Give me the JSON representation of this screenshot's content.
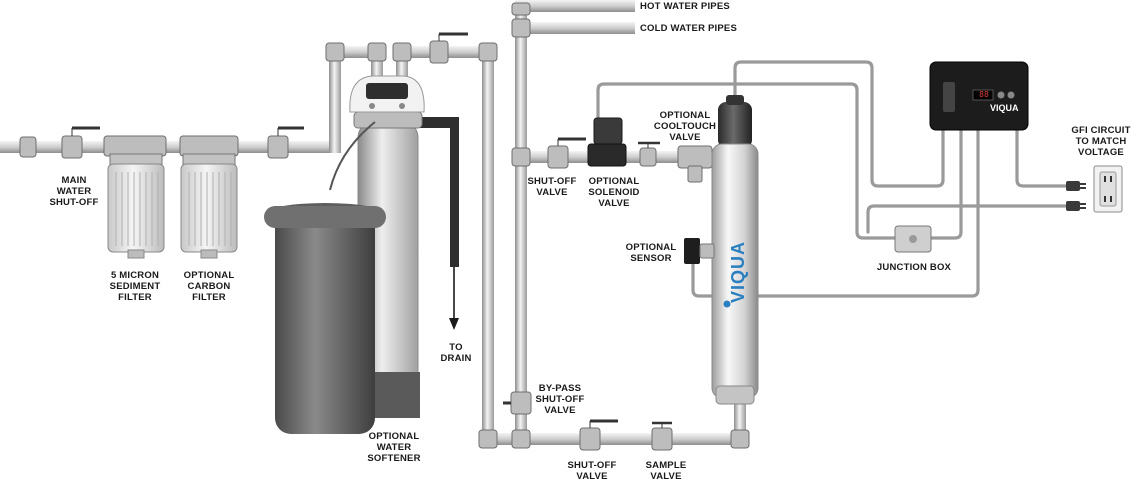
{
  "labels": {
    "hot_water_pipes": "HOT WATER PIPES",
    "cold_water_pipes": "COLD WATER PIPES",
    "main_water_shutoff": "MAIN\nWATER\nSHUT-OFF",
    "sediment_filter": "5 MICRON\nSEDIMENT\nFILTER",
    "carbon_filter": "OPTIONAL\nCARBON\nFILTER",
    "water_softener": "OPTIONAL\nWATER\nSOFTENER",
    "to_drain": "TO\nDRAIN",
    "shutoff_valve_top": "SHUT-OFF\nVALVE",
    "solenoid_valve": "OPTIONAL\nSOLENOID\nVALVE",
    "cooltouch_valve": "OPTIONAL\nCOOLTOUCH\nVALVE",
    "optional_sensor": "OPTIONAL\nSENSOR",
    "junction_box": "JUNCTION BOX",
    "gfi_circuit": "GFI CIRCUIT\nTO MATCH\nVOLTAGE",
    "bypass_valve": "BY-PASS\nSHUT-OFF\nVALVE",
    "shutoff_valve_bottom": "SHUT-OFF\nVALVE",
    "sample_valve": "SAMPLE\nVALVE"
  },
  "brand": {
    "reactor_logo": "VIQUA",
    "controller_logo": "VIQUA",
    "controller_display": "88"
  },
  "colors": {
    "pipe": "#d4d4d4",
    "pipe_edge": "#9a9a9a",
    "reactor": "#e2e2e2",
    "brine_tank": "#6a6a6a",
    "controller": "#1c1c1c",
    "valve_handle": "#333333",
    "brand_blue": "#2a7fc0"
  }
}
